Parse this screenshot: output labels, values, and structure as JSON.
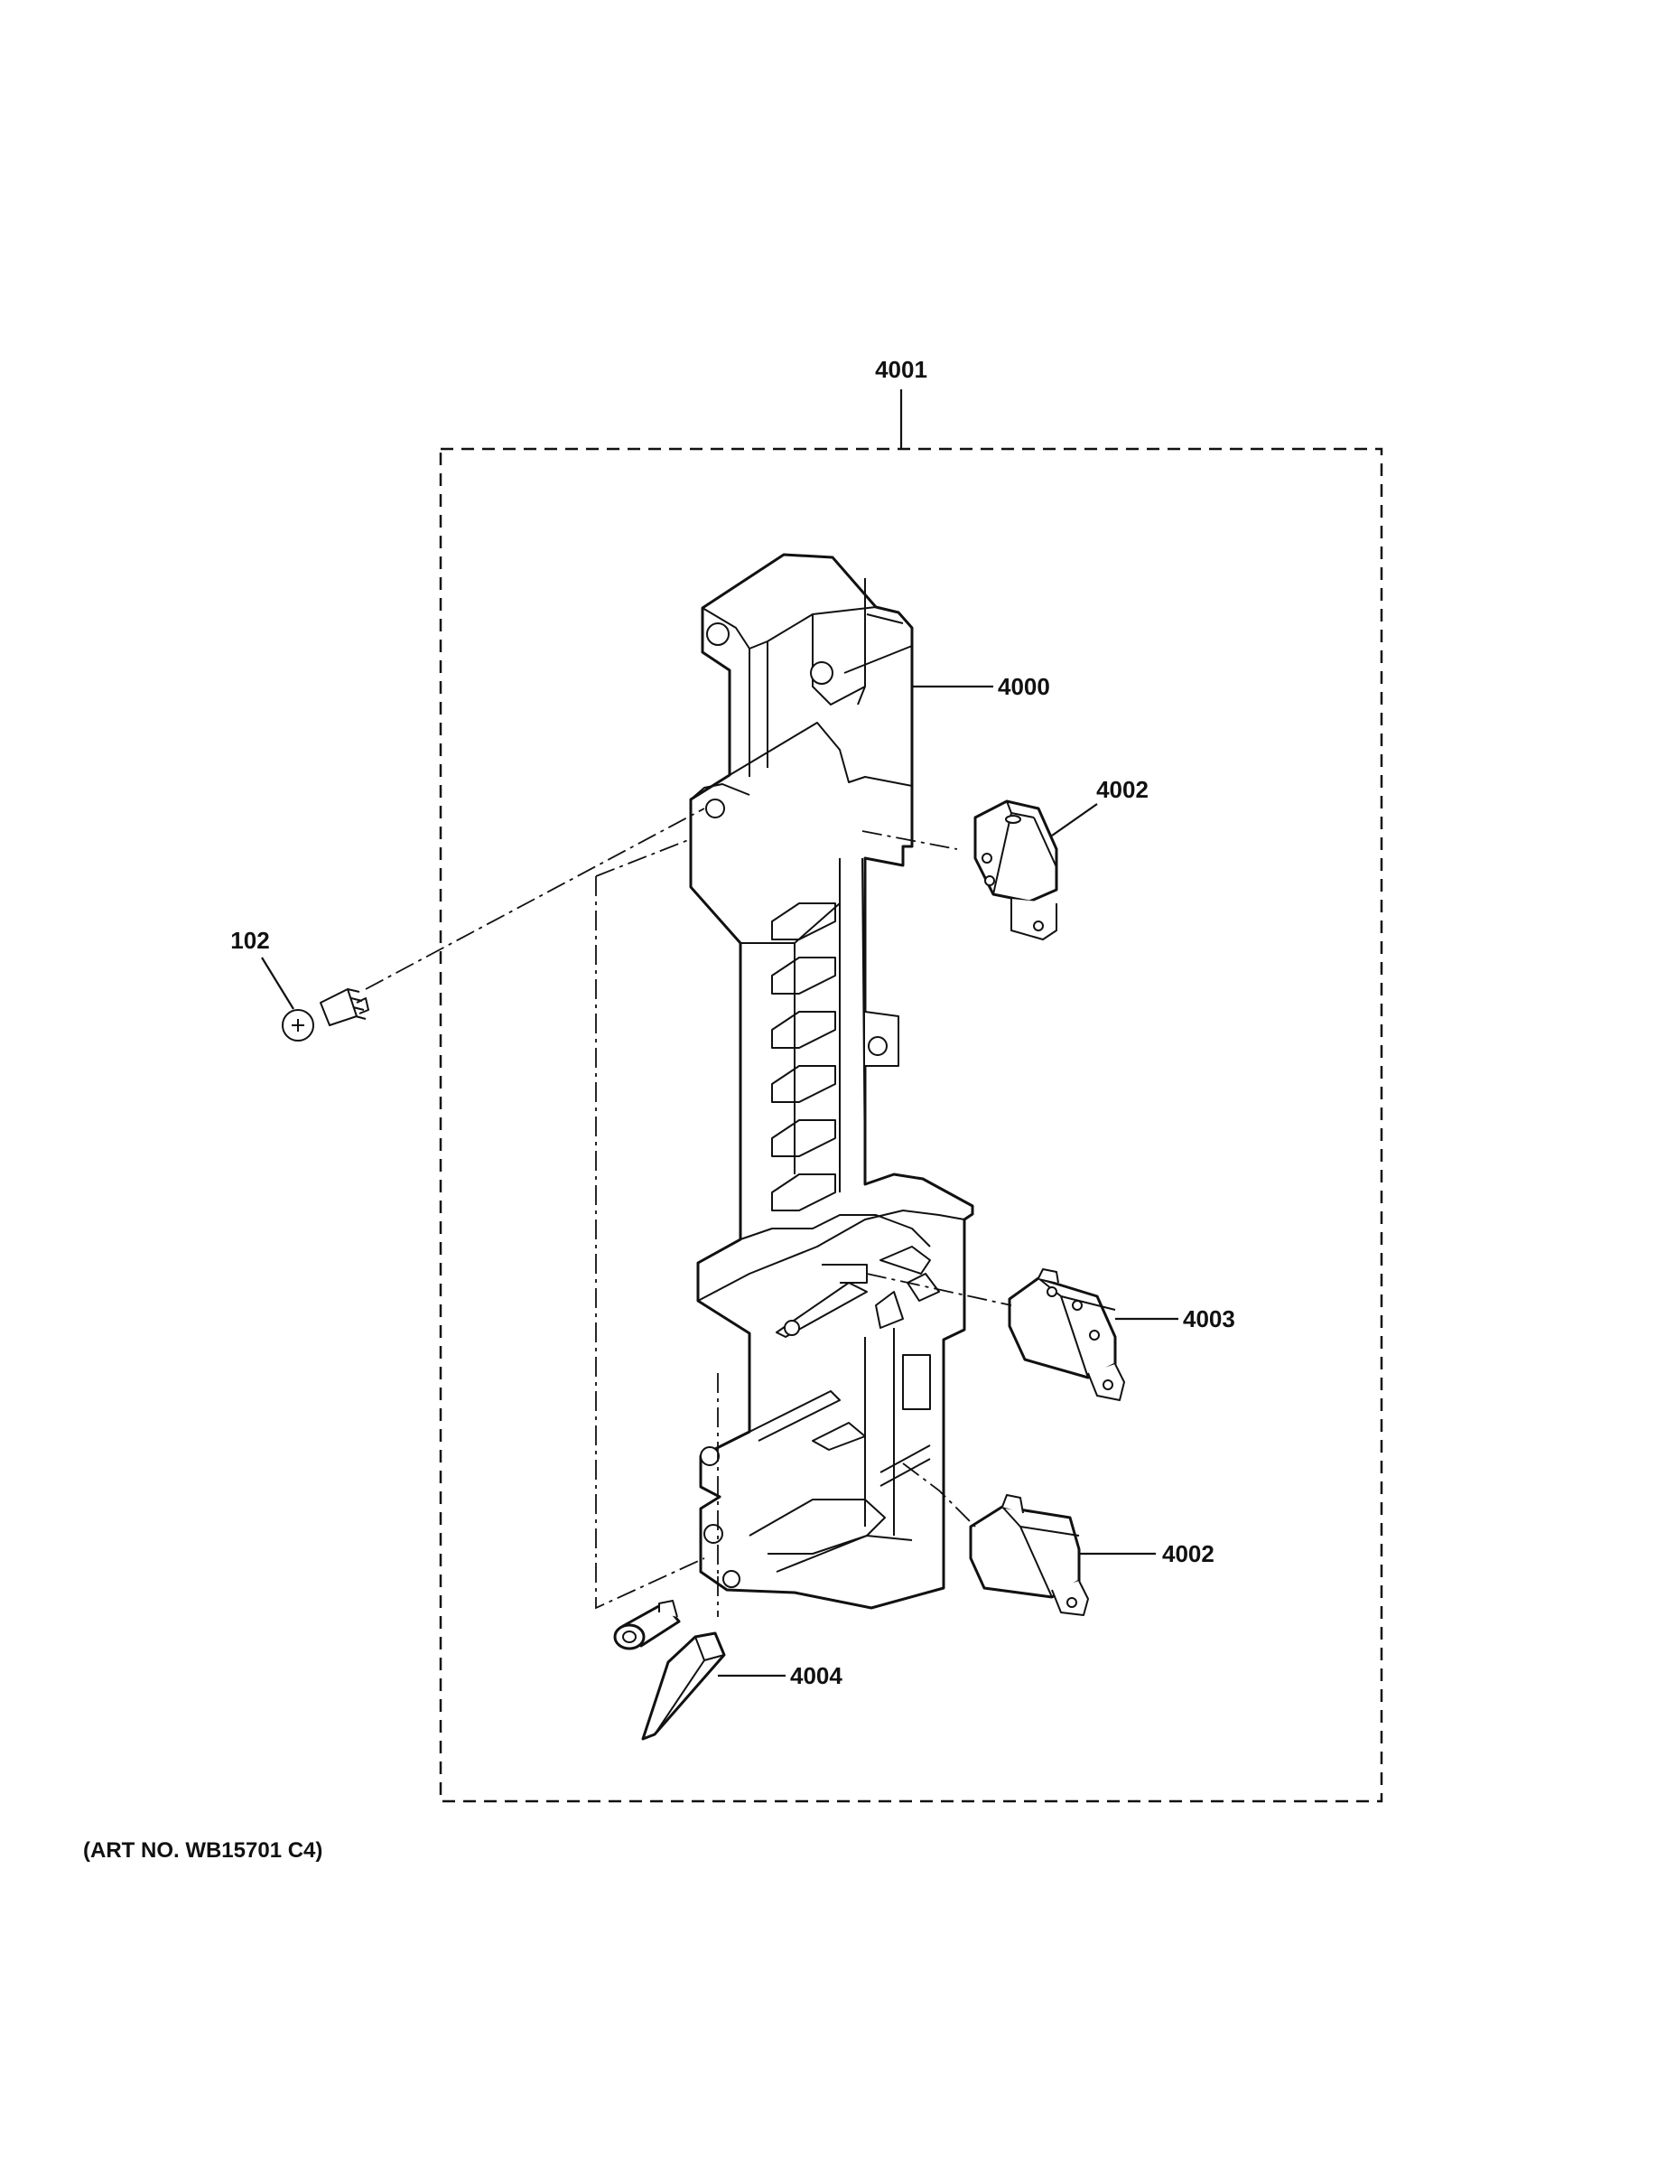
{
  "diagram": {
    "callouts": {
      "assembly": "4001",
      "bracket": "4000",
      "switch_top": "4002",
      "screw": "102",
      "switch_middle": "4003",
      "switch_bottom": "4002",
      "lever": "4004"
    },
    "art_number": "(ART NO. WB15701 C4)"
  }
}
